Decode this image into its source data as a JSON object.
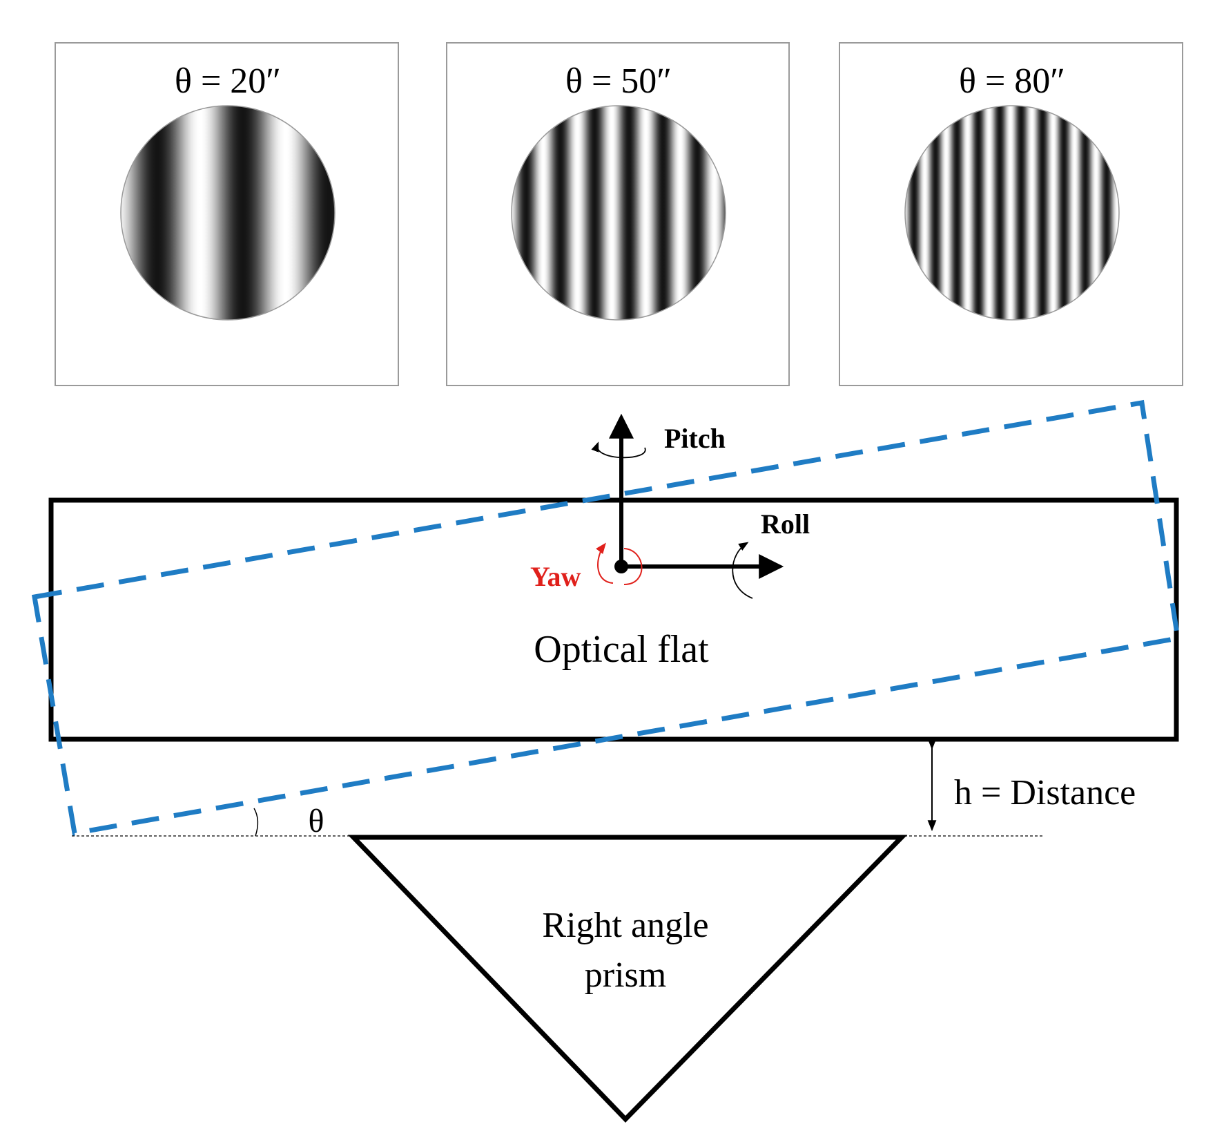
{
  "panels": [
    {
      "label": "θ = 20″",
      "fringe_count": 2.5
    },
    {
      "label": "θ = 50″",
      "fringe_count": 6.25
    },
    {
      "label": "θ = 80″",
      "fringe_count": 10
    }
  ],
  "axes": {
    "pitch": "Pitch",
    "roll": "Roll",
    "yaw": "Yaw"
  },
  "labels": {
    "optical_flat": "Optical flat",
    "distance": "h = Distance",
    "theta": "θ",
    "prism_line1": "Right angle",
    "prism_line2": "prism"
  },
  "colors": {
    "outline": "#000000",
    "dashed_flat": "#1f7cc4",
    "yaw": "#e0201b",
    "panel_border": "#9a9a9a"
  }
}
